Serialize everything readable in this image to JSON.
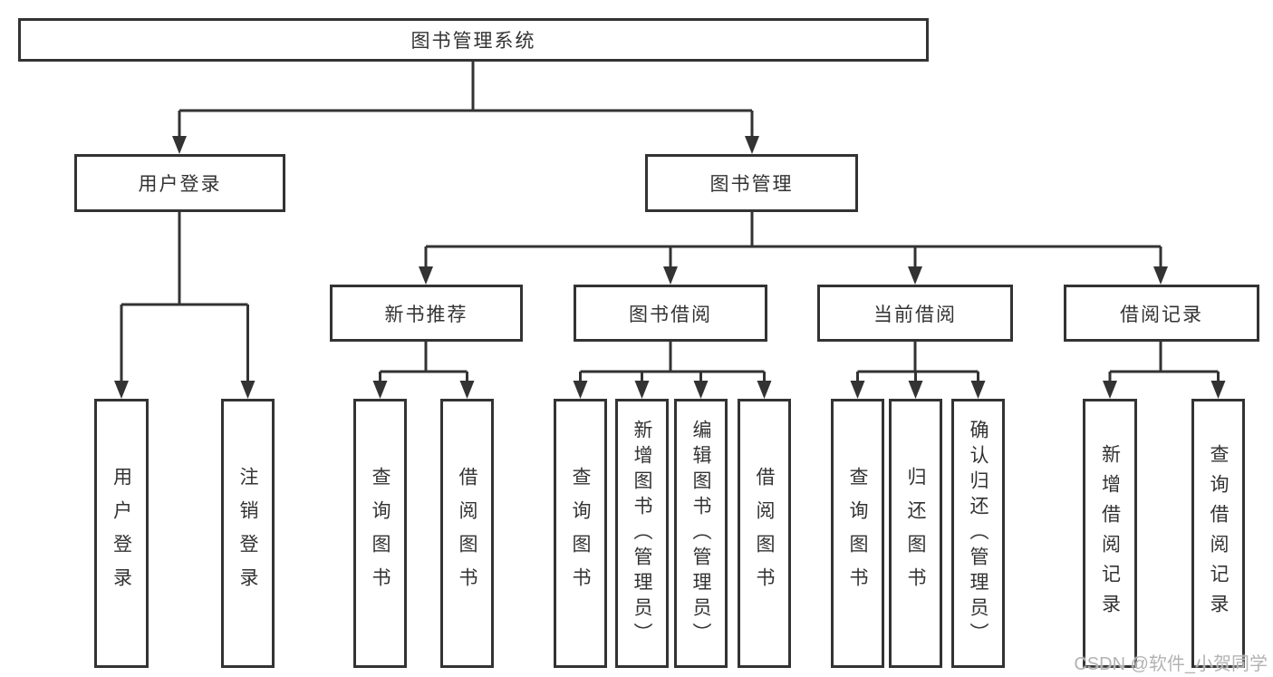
{
  "tree": {
    "root": {
      "label": "图书管理系统"
    },
    "user_login": {
      "label": "用户登录",
      "children": [
        {
          "label": "用户登录"
        },
        {
          "label": "注销登录"
        }
      ]
    },
    "book_management": {
      "label": "图书管理",
      "sections": [
        {
          "label": "新书推荐",
          "children": [
            {
              "label": "查询图书"
            },
            {
              "label": "借阅图书"
            }
          ]
        },
        {
          "label": "图书借阅",
          "children": [
            {
              "label": "查询图书"
            },
            {
              "label": "新增图书（管理员）"
            },
            {
              "label": "编辑图书（管理员）"
            },
            {
              "label": "借阅图书"
            }
          ]
        },
        {
          "label": "当前借阅",
          "children": [
            {
              "label": "查询图书"
            },
            {
              "label": "归还图书"
            },
            {
              "label": "确认归还（管理员）"
            }
          ]
        },
        {
          "label": "借阅记录",
          "children": [
            {
              "label": "新增借阅记录"
            },
            {
              "label": "查询借阅记录"
            }
          ]
        }
      ]
    }
  },
  "watermark": "CSDN @软件_小贺同学",
  "colors": {
    "line": "#333333",
    "box_fill": "#ffffff",
    "text": "#333333",
    "watermark": "#b3b3b3"
  }
}
